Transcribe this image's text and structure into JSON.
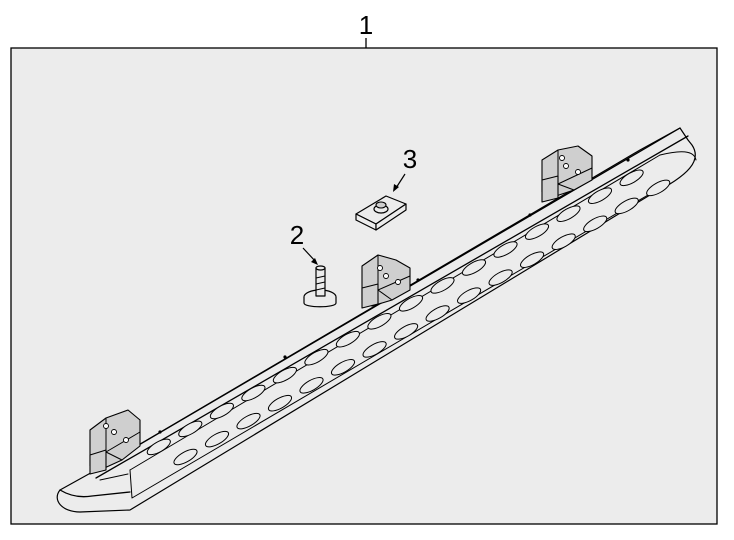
{
  "callouts": {
    "part1": "1",
    "part2": "2",
    "part3": "3"
  },
  "colors": {
    "frame": "#000000",
    "background": "#ececec",
    "page": "#ffffff"
  }
}
